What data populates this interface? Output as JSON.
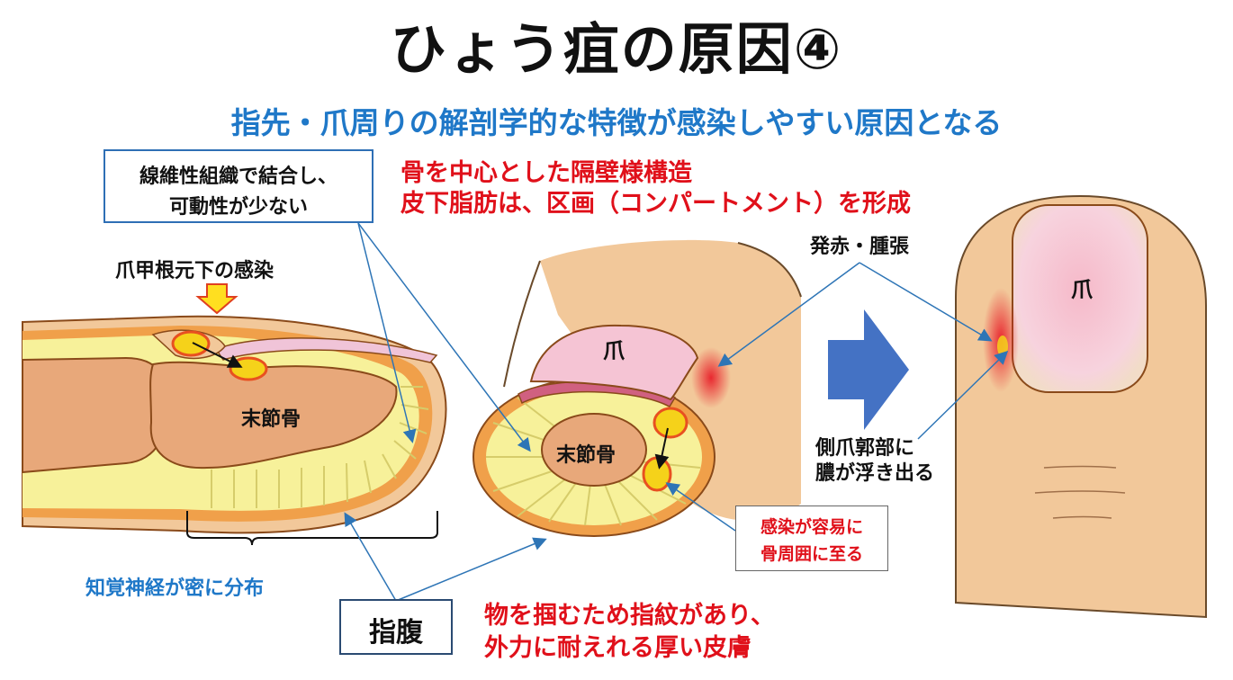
{
  "title": "ひょう疽の原因④",
  "subtitle": "指先・爪周りの解剖学的な特徴が感染しやすい原因となる",
  "fiber_box": {
    "line1": "線維性組織で結合し、",
    "line2": "可動性が少ない"
  },
  "septa_text": {
    "line1": "骨を中心とした隔壁様構造",
    "line2": "皮下脂肪は、区画（コンパートメント）を形成"
  },
  "nail_root_infection": "爪甲根元下の感染",
  "distal_phalanx": "末節骨",
  "nail": "爪",
  "redness_swelling": "発赤・腫張",
  "lateral_pus": {
    "line1": "側爪郭部に",
    "line2": "膿が浮き出る"
  },
  "bone_spread": {
    "line1": "感染が容易に",
    "line2": "骨周囲に至る"
  },
  "nerve_text": "知覚神経が密に分布",
  "pulp_label": "指腹",
  "pulp_desc": {
    "line1": "物を掴むため指紋があり、",
    "line2": "外力に耐えれる厚い皮膚"
  },
  "colors": {
    "title": "#111111",
    "subtitle_blue": "#1f78c8",
    "red_text": "#e0101a",
    "skin": "#f2c89a",
    "fat_yellow": "#f7f19a",
    "bone": "#e8a87a",
    "nail_pink": "#f5c4d4",
    "pus": "#f5d21a",
    "arrow_blue": "#4472c4",
    "leader_blue": "#2e75b6"
  }
}
